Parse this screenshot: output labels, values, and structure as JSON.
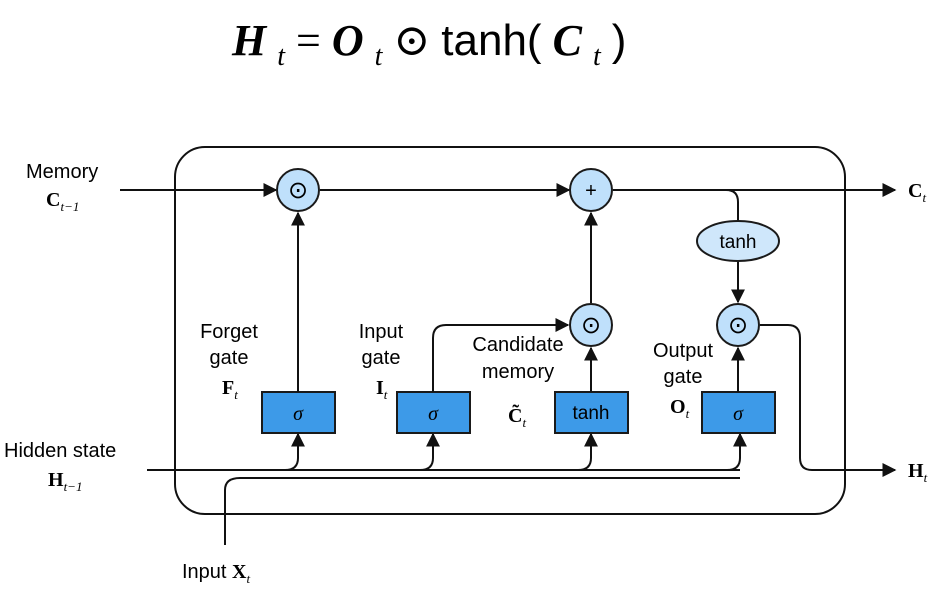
{
  "equation": {
    "lhs": "H",
    "lhs_sub": "t",
    "eq": " = ",
    "o": "O",
    "o_sub": "t",
    "op": " ⊙ ",
    "fn": "tanh(",
    "c": "C",
    "c_sub": "t",
    "close": ")"
  },
  "inputs": {
    "memory_label": "Memory",
    "memory_sym": "C",
    "memory_sub": "t−1",
    "hidden_label": "Hidden state",
    "hidden_sym": "H",
    "hidden_sub": "t−1",
    "input_label": "Input ",
    "input_sym": "X",
    "input_sub": "t"
  },
  "outputs": {
    "c_sym": "C",
    "c_sub": "t",
    "h_sym": "H",
    "h_sub": "t"
  },
  "gates": {
    "forget": {
      "line1": "Forget",
      "line2": "gate",
      "sym": "F",
      "sub": "t",
      "box": "σ"
    },
    "input": {
      "line1": "Input",
      "line2": "gate",
      "sym": "I",
      "sub": "t",
      "box": "σ"
    },
    "candidate": {
      "line1": "Candidate",
      "line2": "memory",
      "sym": "C̃",
      "sub": "t",
      "box": "tanh"
    },
    "output": {
      "line1": "Output",
      "line2": "gate",
      "sym": "O",
      "sub": "t",
      "box": "σ"
    }
  },
  "ops": {
    "hadamard": "⊙",
    "plus": "+",
    "tanh": "tanh"
  },
  "colors": {
    "gate_fill": "#3d9ae8",
    "op_fill": "#bfe0fb",
    "stroke": "#111111"
  }
}
